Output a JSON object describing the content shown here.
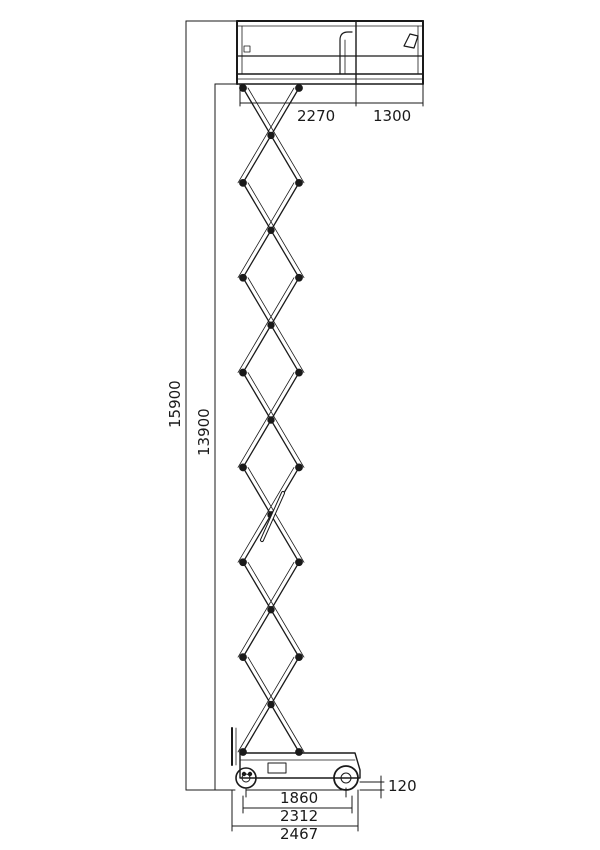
{
  "dimensions": {
    "platform_length": "2270",
    "extension_length": "1300",
    "working_height": "15900",
    "platform_height": "13900",
    "ground_clearance": "120",
    "wheelbase": "1860",
    "base_length": "2312",
    "overall_length": "2467"
  }
}
